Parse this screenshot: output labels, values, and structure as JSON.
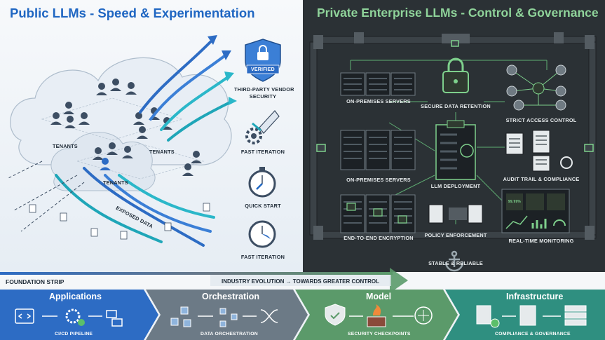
{
  "left_panel": {
    "title": "Public LLMs - Speed & Experimentation",
    "tenants_labels": [
      "TENANTS",
      "TENANTS",
      "TENANTS"
    ],
    "exposed_label": "EXPOSED DATA",
    "badge_text": "VERIFIED",
    "features": [
      {
        "icon": "verified-shield-icon",
        "label_lines": [
          "THIRD-PARTY VENDOR",
          "SECURITY"
        ]
      },
      {
        "icon": "rocket-gear-icon",
        "label_lines": [
          "FAST ITERATION"
        ]
      },
      {
        "icon": "stopwatch-icon",
        "label_lines": [
          "QUICK START"
        ]
      },
      {
        "icon": "clock-icon",
        "label_lines": [
          "FAST ITERATION"
        ]
      }
    ]
  },
  "right_panel": {
    "title": "Private Enterprise LLMs - Control & Governance",
    "labels": {
      "servers_1": "ON-PREMISES SERVERS",
      "servers_2": "ON-PREMISES SERVERS",
      "encryption": "END-TO-END ENCRYPTION",
      "retention": "SECURE DATA RETENTION",
      "deployment": "LLM DEPLOYMENT",
      "policy": "POLICY ENFORCEMENT",
      "access": "STRICT ACCESS CONTROL",
      "audit": "AUDIT TRAIL & COMPLIANCE",
      "monitoring": "REAL-TIME MONITORING",
      "stable": "STABLE & RELIABLE"
    },
    "monitor_value": "99.99%"
  },
  "foundation": {
    "strip_label": "FOUNDATION STRIP",
    "evolution_label": "INDUSTRY EVOLUTION → TOWARDS GREATER CONTROL"
  },
  "stages": [
    {
      "title": "Applications",
      "subtitle": "CI/CD PIPELINE",
      "color": "#2d6cc4"
    },
    {
      "title": "Orchestration",
      "subtitle": "DATA ORCHESTRATION",
      "color": "#6c7a86"
    },
    {
      "title": "Model",
      "subtitle": "SECURITY CHECKPOINTS",
      "color": "#5b9a6a"
    },
    {
      "title": "Infrastructure",
      "subtitle": "COMPLIANCE & GOVERNANCE",
      "color": "#2f8f80"
    }
  ]
}
